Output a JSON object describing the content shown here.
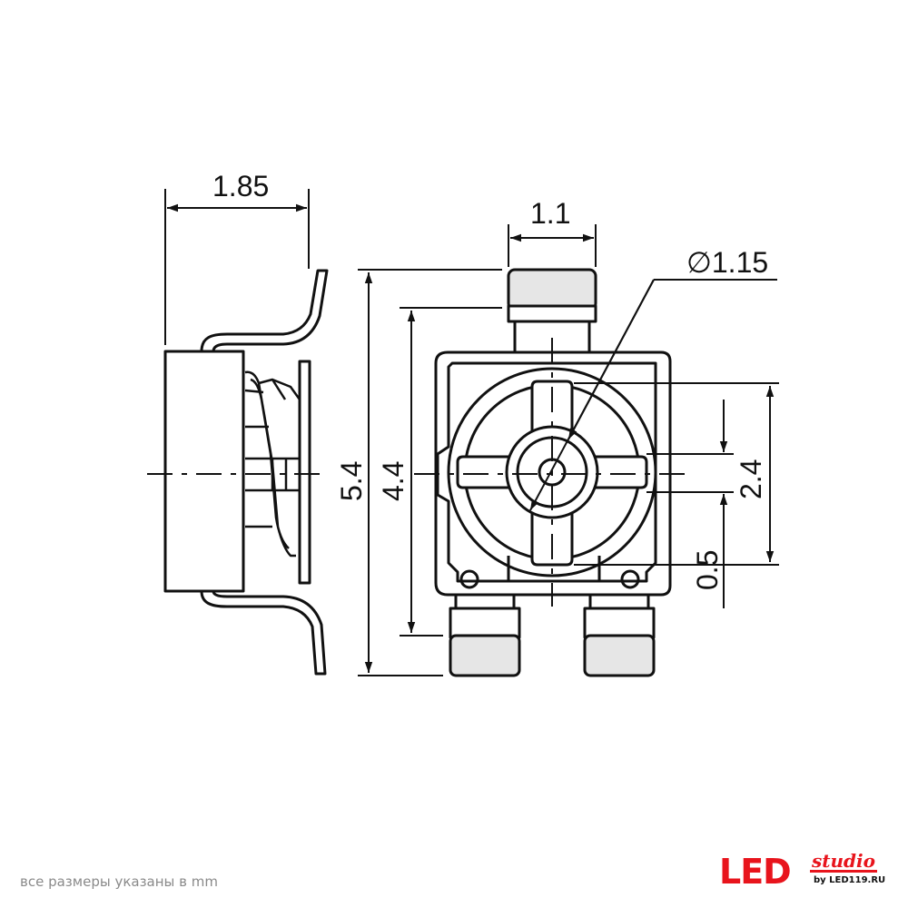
{
  "dimensions": {
    "width_side": "1.85",
    "terminal_width": "1.1",
    "lens_diameter": "∅1.15",
    "overall_height": "5.4",
    "body_height": "4.4",
    "center_span": "2.4",
    "offset": "0.5"
  },
  "footer": {
    "note": "все размеры указаны в mm"
  },
  "logo": {
    "main": "LED",
    "sub": "studio",
    "by": "by LED119.RU"
  },
  "colors": {
    "line": "#111111",
    "terminal_fill": "#e6e6e6",
    "logo_red": "#e8141c",
    "note_gray": "#8a8a8a"
  }
}
